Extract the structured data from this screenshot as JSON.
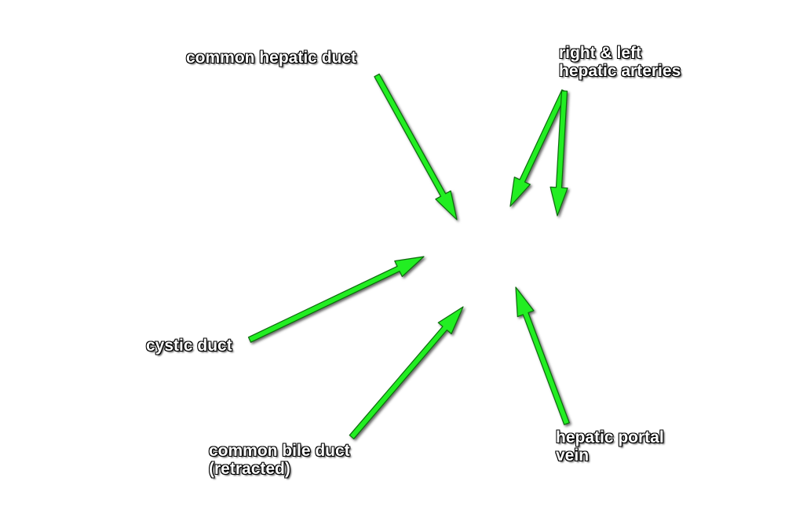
{
  "labels": {
    "common_hepatic_duct": "common hepatic duct",
    "hepatic_arteries": [
      "right & left",
      "hepatic arteries"
    ],
    "cystic_duct": "cystic duct",
    "common_bile_duct": [
      "common bile duct",
      "(retracted)"
    ],
    "hepatic_portal_vein": [
      "hepatic portal",
      "vein"
    ]
  },
  "colors": {
    "arrow": "#22ee22",
    "arrow_outline": "#0c6a0c",
    "label_text": "#ffffff",
    "label_outline": "#000000",
    "background": "#ffffff"
  }
}
